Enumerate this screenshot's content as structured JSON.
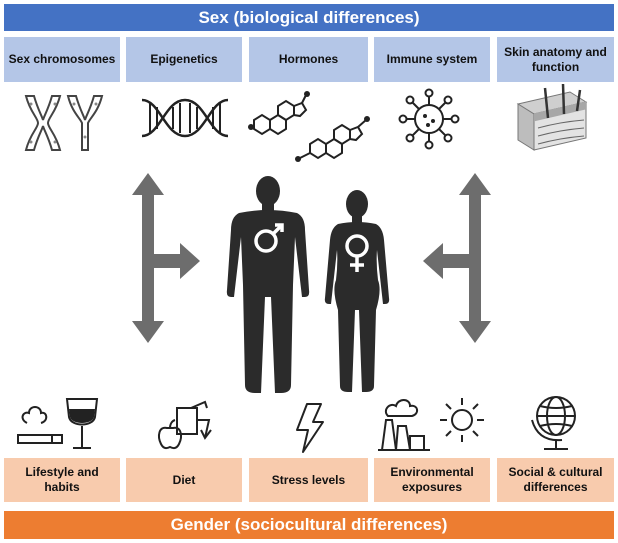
{
  "sex_banner": "Sex (biological differences)",
  "gender_banner": "Gender (sociocultural differences)",
  "sex_factors": [
    "Sex chromosomes",
    "Epigenetics",
    "Hormones",
    "Immune system",
    "Skin anatomy and function"
  ],
  "gender_factors": [
    "Lifestyle and habits",
    "Diet",
    "Stress levels",
    "Environmental exposures",
    "Social & cultural differences"
  ],
  "colors": {
    "sex": "#4472c4",
    "sex_box": "#b4c6e7",
    "gender": "#ed7d31",
    "gender_box": "#f8cbad",
    "arrow": "#6d6d6d",
    "figure": "#2b2b2b"
  }
}
